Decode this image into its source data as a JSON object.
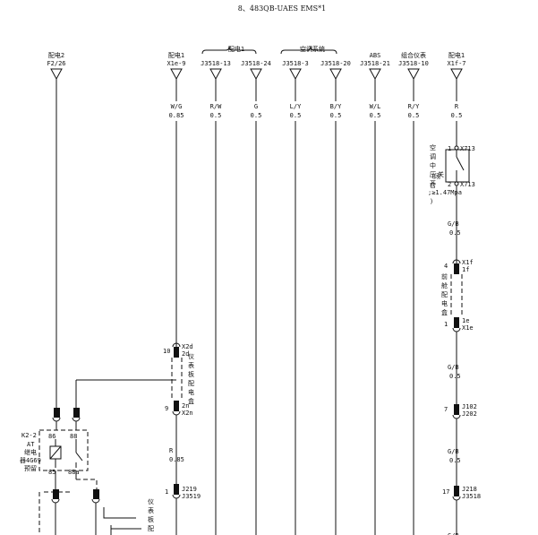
{
  "title": "8、483QB-UAES EMS*1",
  "connectors": [
    {
      "id": "c1",
      "group": "配电2",
      "pin": "F2/26",
      "color": "",
      "gauge": ""
    },
    {
      "id": "c2",
      "group": "配电1",
      "pin": "X1e-9",
      "color": "W/G",
      "gauge": "0.85"
    },
    {
      "id": "c3",
      "group": "",
      "pin": "J3518-13",
      "color": "R/W",
      "gauge": "0.5"
    },
    {
      "id": "c4",
      "group": "",
      "pin": "J3518-24",
      "color": "G",
      "gauge": "0.5"
    },
    {
      "id": "c5",
      "group": "",
      "pin": "J3518-3",
      "color": "L/Y",
      "gauge": "0.5"
    },
    {
      "id": "c6",
      "group": "",
      "pin": "J3518-20",
      "color": "B/Y",
      "gauge": "0.5"
    },
    {
      "id": "c7",
      "group": "ABS",
      "pin": "J3518-21",
      "color": "W/L",
      "gauge": "0.5"
    },
    {
      "id": "c8",
      "group": "组合仪表",
      "pin": "J3518-10",
      "color": "R/Y",
      "gauge": "0.5"
    },
    {
      "id": "c9",
      "group": "配电1",
      "pin": "X1f-7",
      "color": "R",
      "gauge": "0.5"
    }
  ],
  "bracket_groups": [
    {
      "label": "配电1"
    },
    {
      "label": "空调系统"
    }
  ],
  "switch": {
    "lines": [
      "空",
      "调",
      "中",
      "压",
      "开",
      "关",
      "（闭",
      "合",
      ";≥1.47Mpa",
      ")"
    ],
    "pin_top": "X713",
    "pin_bottom": "X713",
    "top_num": "1",
    "bottom_num": "2"
  },
  "fuse_box_right": {
    "lines": [
      "前",
      "舱",
      "配",
      "电",
      "盒"
    ],
    "top_pin": "X1f",
    "top_pin2": "1f",
    "top_num": "4",
    "bottom_pin": "1e",
    "bottom_pin2": "X1e",
    "bottom_num": "1"
  },
  "right_col": [
    {
      "color": "G/B",
      "gauge": "0.5"
    },
    {
      "color": "G/B",
      "gauge": "0.5"
    },
    {
      "color": "G/B",
      "gauge": "0.5"
    }
  ],
  "conn_j102": {
    "num": "7",
    "a": "J102",
    "b": "J202"
  },
  "conn_j218": {
    "num": "17",
    "a": "J218",
    "b": "J3518"
  },
  "panel_box": {
    "lines": [
      "仪",
      "表",
      "板",
      "配",
      "电",
      "盒"
    ],
    "top_num": "10",
    "top_pin": "X2d",
    "top_pin2": "2d",
    "bottom_num": "9",
    "bottom_pin": "2n",
    "bottom_pin2": "X2n"
  },
  "mid_col": {
    "color": "R",
    "gauge": "0.85"
  },
  "conn_j219": {
    "num": "1",
    "a": "J219",
    "b": "J3519"
  },
  "relay": {
    "name": "K2-2",
    "lines": [
      "AT",
      "继电",
      "器4G69",
      "预留"
    ],
    "pin86": "86",
    "pin88": "88",
    "pin85": "85",
    "pin88a": "88a"
  },
  "panel_box2": {
    "lines": [
      "仪",
      "表",
      "板",
      "配"
    ]
  },
  "bottom_right_color": "G/B"
}
